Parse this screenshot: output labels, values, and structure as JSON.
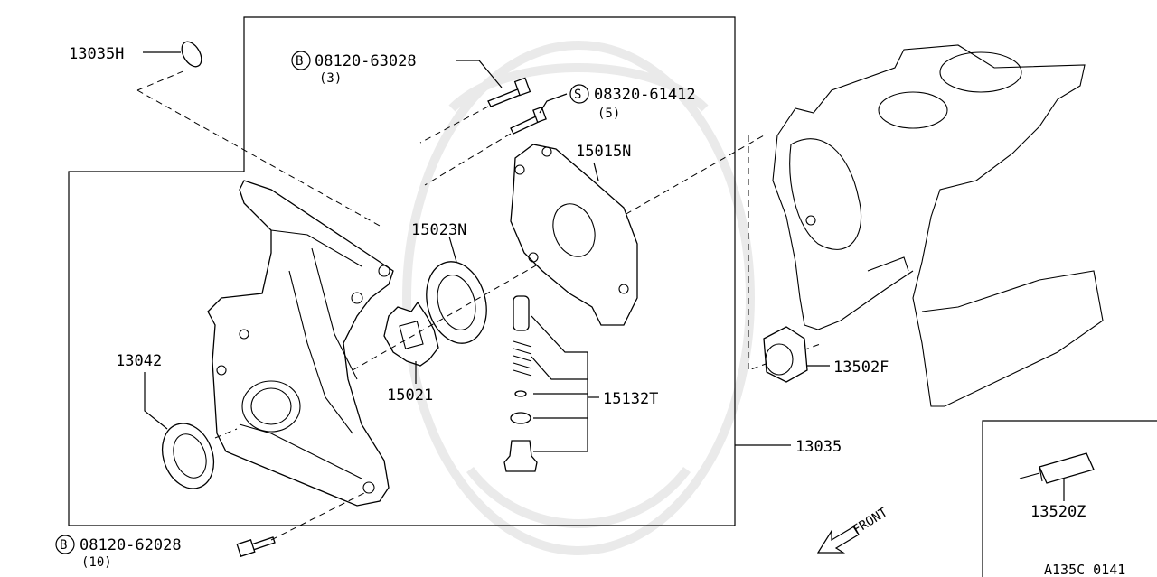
{
  "labels": {
    "p13035H": "13035H",
    "p13035": "13035",
    "p13042": "13042",
    "p15021": "15021",
    "p15023N": "15023N",
    "p15015N": "15015N",
    "p15132T": "15132T",
    "p13502F": "13502F",
    "p13520Z": "13520Z"
  },
  "bolts": {
    "b1": {
      "prefix": "B",
      "number": "08120-63028",
      "qty": "(3)"
    },
    "s1": {
      "prefix": "S",
      "number": "08320-61412",
      "qty": "(5)"
    },
    "b2": {
      "prefix": "B",
      "number": "08120-62028",
      "qty": "(10)"
    }
  },
  "front_label": "FRONT",
  "diagram_ref": "A135C 0141"
}
